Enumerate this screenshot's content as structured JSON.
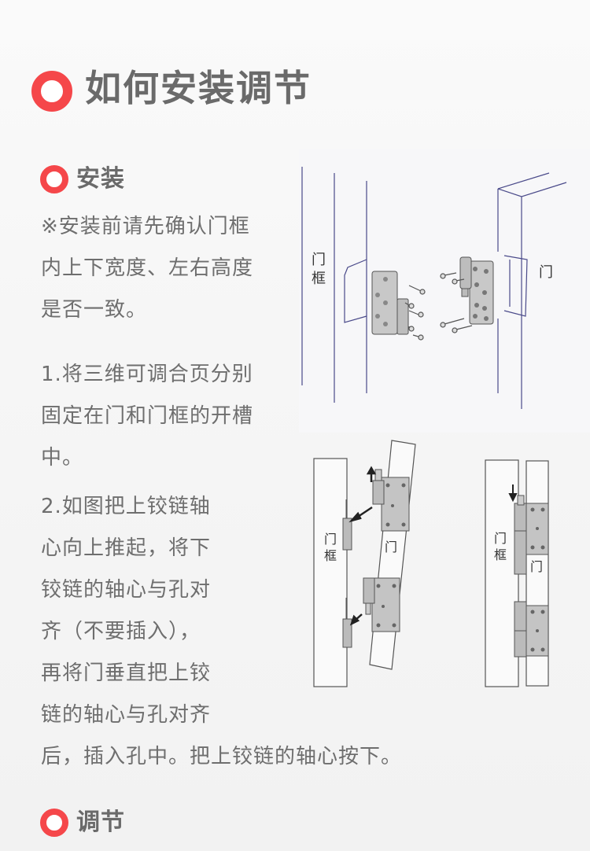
{
  "header": {
    "title": "如何安装调节",
    "accent_color": "#f5474a"
  },
  "section_install": {
    "title": "安装",
    "note_lines": [
      "※安装前请先确认门框",
      "内上下宽度、左右高度",
      "是否一致。"
    ],
    "step1_lines": [
      "1.将三维可调合页分别",
      "固定在门和门框的开槽",
      "中。"
    ],
    "step2_lines": [
      "2.如图把上铰链轴",
      "心向上推起，将下",
      "铰链的轴心与孔对",
      "齐（不要插入），",
      "再将门垂直把上铰",
      "链的轴心与孔对齐"
    ],
    "step2_last_line": "后，插入孔中。把上铰链的轴心按下。"
  },
  "diagram_top": {
    "frame_label": [
      "门",
      "框"
    ],
    "door_label": "门"
  },
  "diagram_bottom_left": {
    "frame_label": [
      "门",
      "框"
    ],
    "door_label": "门"
  },
  "diagram_bottom_right": {
    "frame_label": [
      "门",
      "框"
    ],
    "door_label": "门"
  },
  "section_adjust": {
    "title": "调节"
  }
}
